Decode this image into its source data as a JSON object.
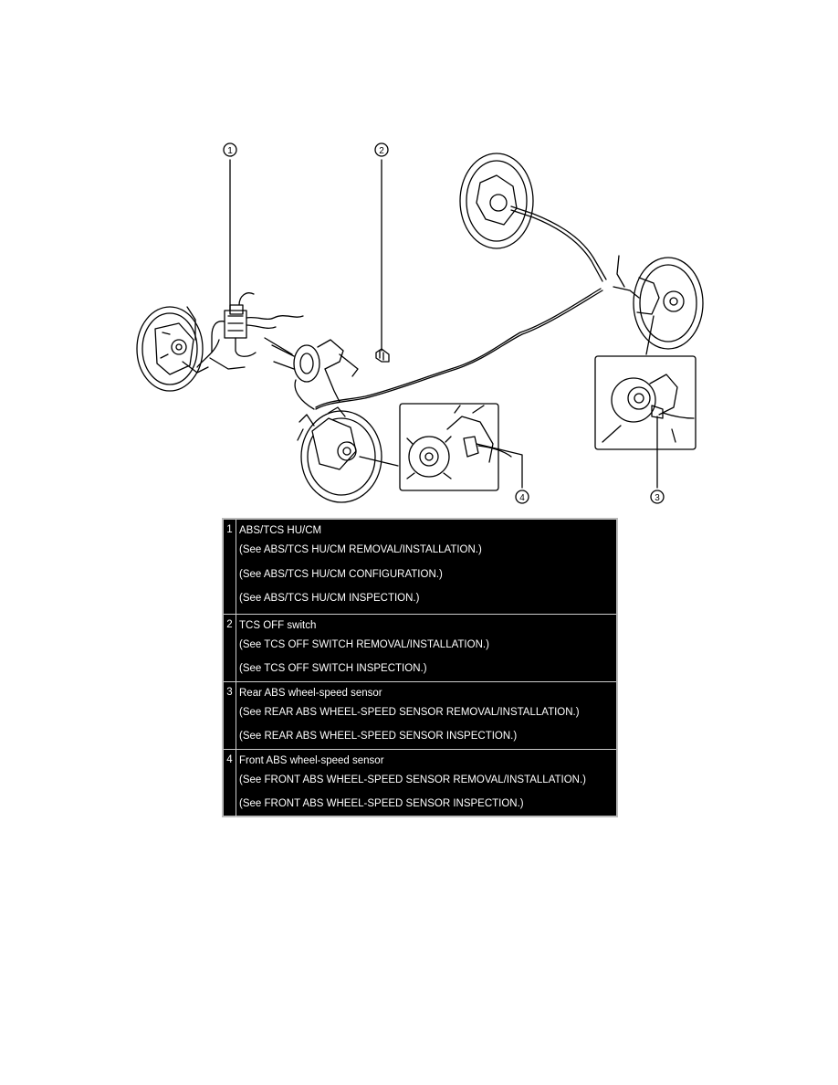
{
  "callouts": [
    {
      "label": "1",
      "icon": "circled-number-1"
    },
    {
      "label": "2",
      "icon": "circled-number-2"
    },
    {
      "label": "3",
      "icon": "circled-number-3"
    },
    {
      "label": "4",
      "icon": "circled-number-4"
    }
  ],
  "legend": [
    {
      "number": "1",
      "title": "ABS/TCS HU/CM",
      "refs": [
        "(See ABS/TCS HU/CM REMOVAL/INSTALLATION.)",
        "(See ABS/TCS HU/CM CONFIGURATION.)",
        "(See ABS/TCS HU/CM INSPECTION.)"
      ]
    },
    {
      "number": "2",
      "title": "TCS OFF switch",
      "refs": [
        "(See TCS OFF SWITCH REMOVAL/INSTALLATION.)",
        "(See TCS OFF SWITCH INSPECTION.)"
      ]
    },
    {
      "number": "3",
      "title": "Rear ABS wheel-speed sensor",
      "refs": [
        "(See REAR ABS WHEEL-SPEED SENSOR REMOVAL/INSTALLATION.)",
        "(See REAR ABS WHEEL-SPEED SENSOR INSPECTION.)"
      ]
    },
    {
      "number": "4",
      "title": "Front ABS wheel-speed sensor",
      "refs": [
        "(See FRONT ABS WHEEL-SPEED SENSOR REMOVAL/INSTALLATION.)",
        "(See FRONT ABS WHEEL-SPEED SENSOR INSPECTION.)"
      ]
    }
  ]
}
